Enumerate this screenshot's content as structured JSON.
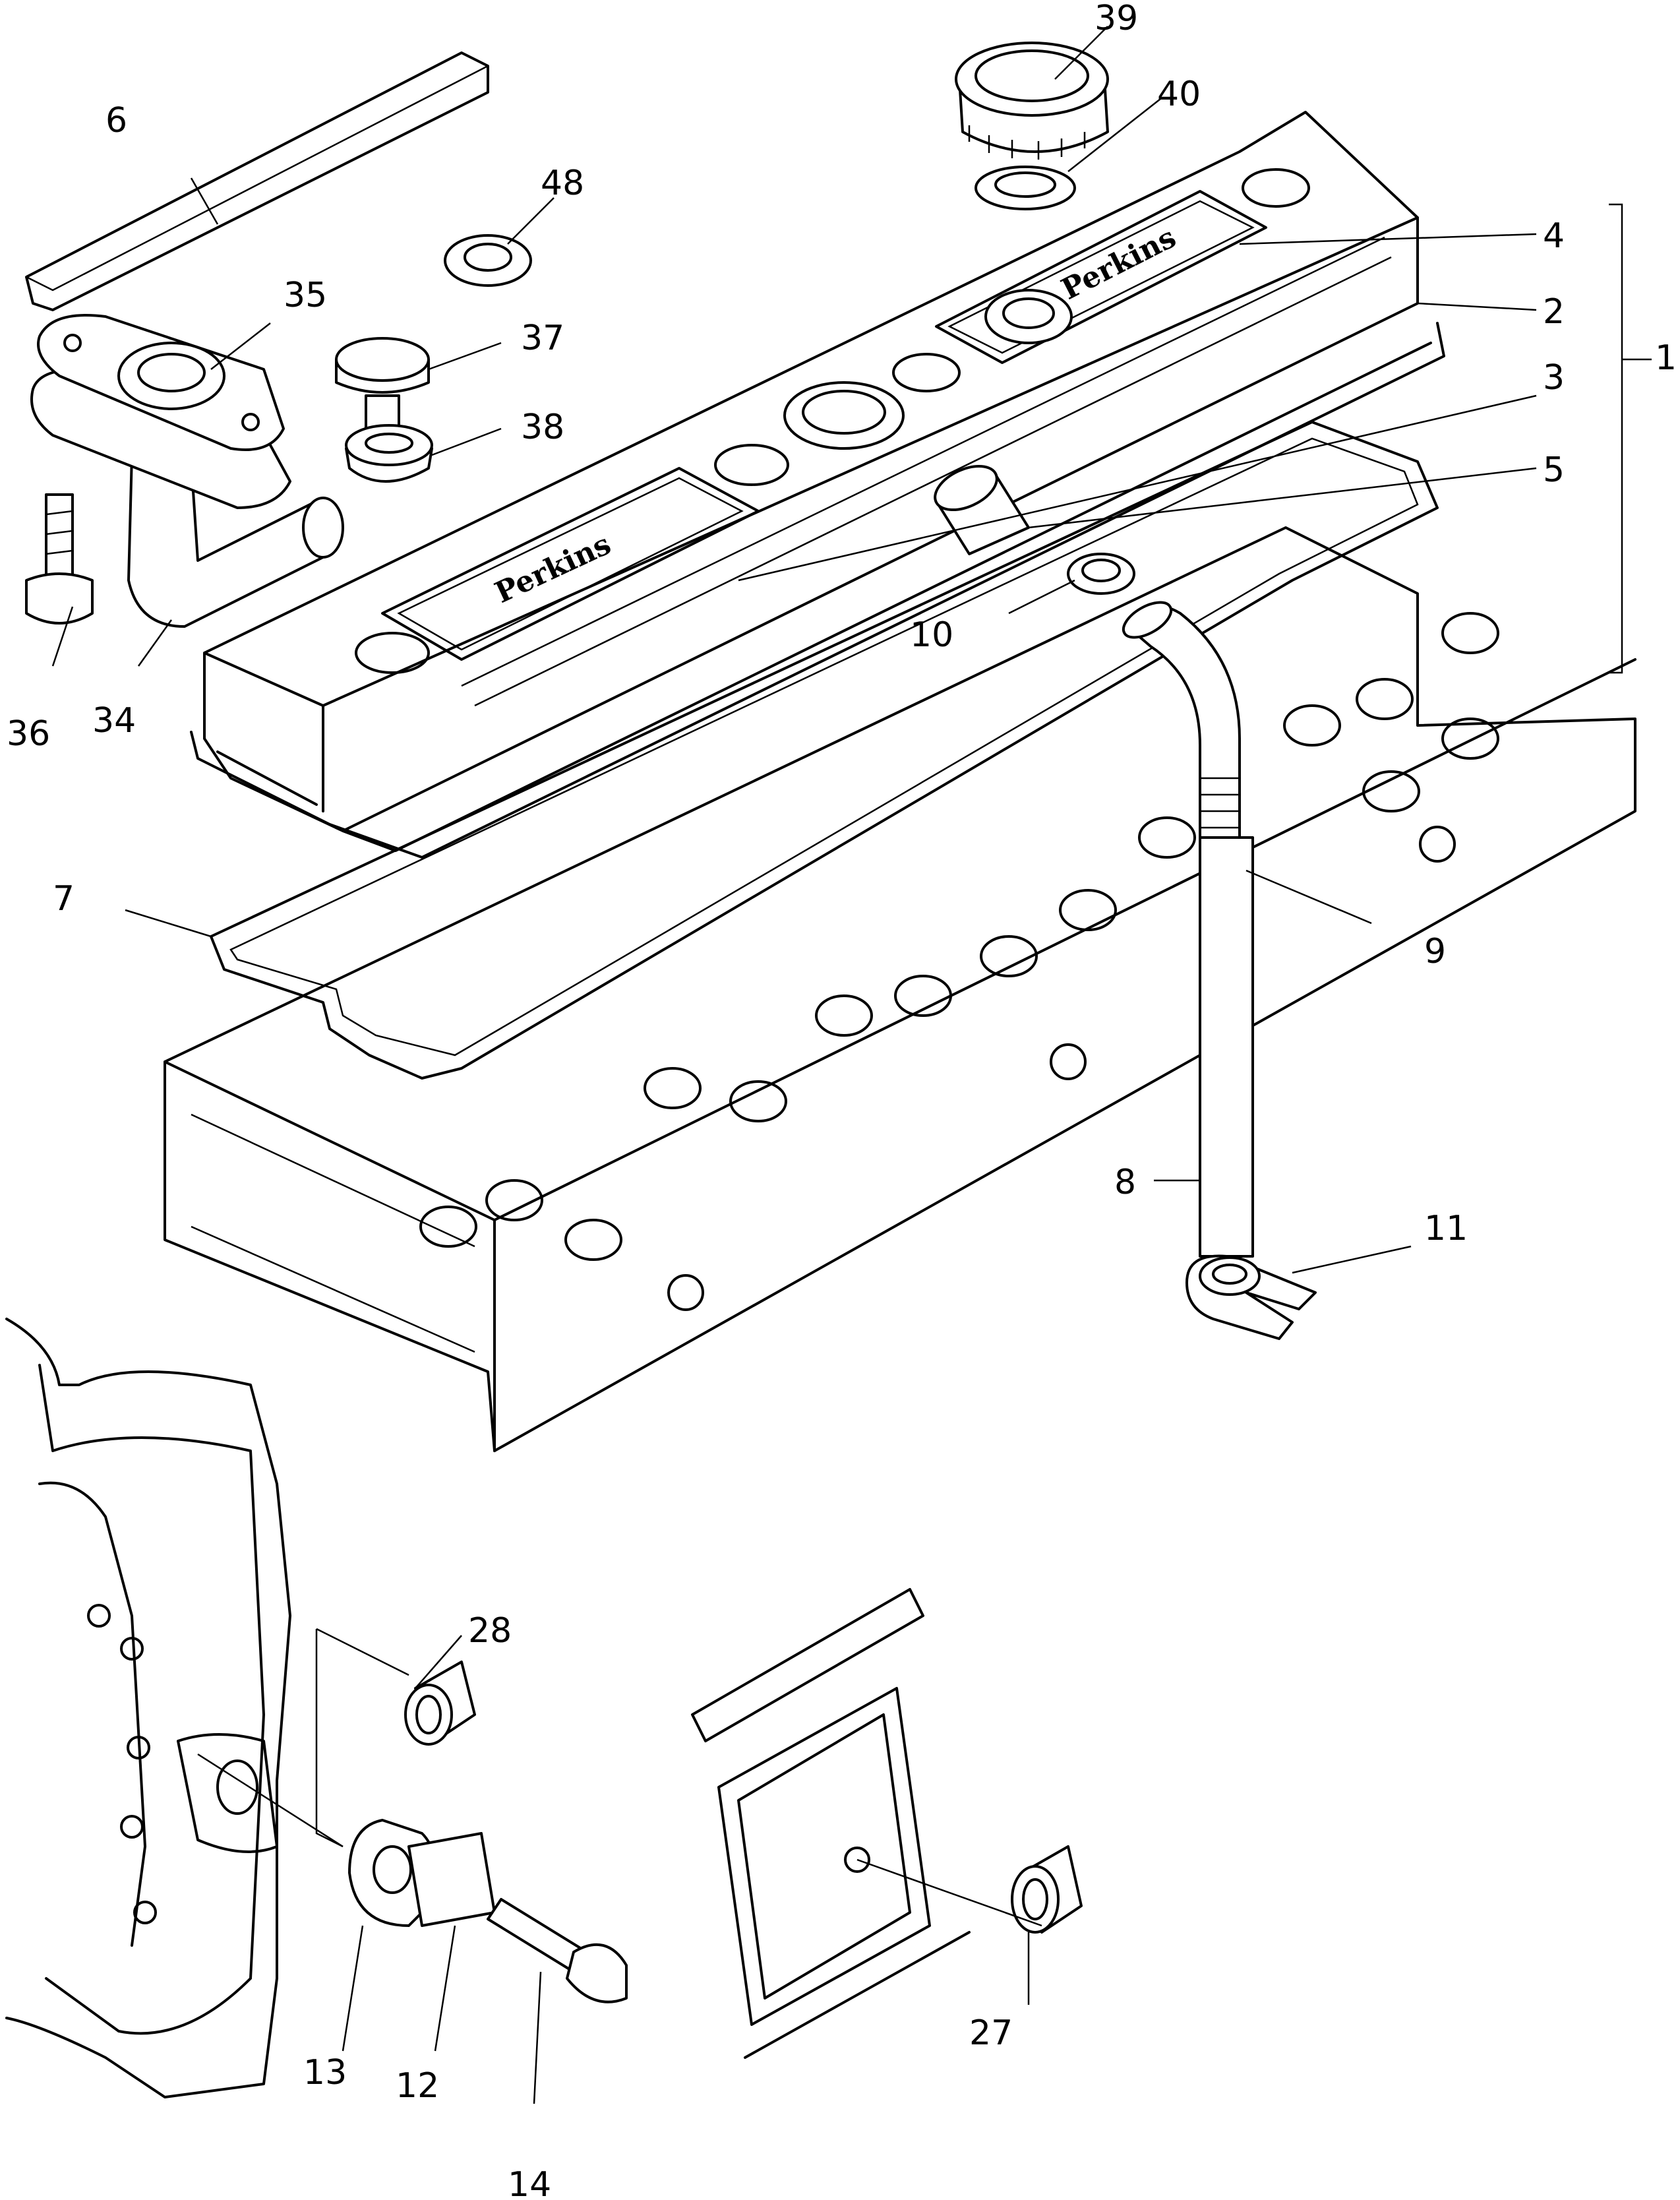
{
  "labels": {
    "l1": "1",
    "l2": "2",
    "l3": "3",
    "l4": "4",
    "l5": "5",
    "l6": "6",
    "l7": "7",
    "l8": "8",
    "l9": "9",
    "l10": "10",
    "l11": "11",
    "l12": "12",
    "l13": "13",
    "l14": "14",
    "l27": "27",
    "l28": "28",
    "l34": "34",
    "l35": "35",
    "l36": "36",
    "l37": "37",
    "l38": "38",
    "l39": "39",
    "l40": "40",
    "l48": "48"
  },
  "logos": {
    "front_plate": "Perkins",
    "rear_plate": "Perkins"
  }
}
